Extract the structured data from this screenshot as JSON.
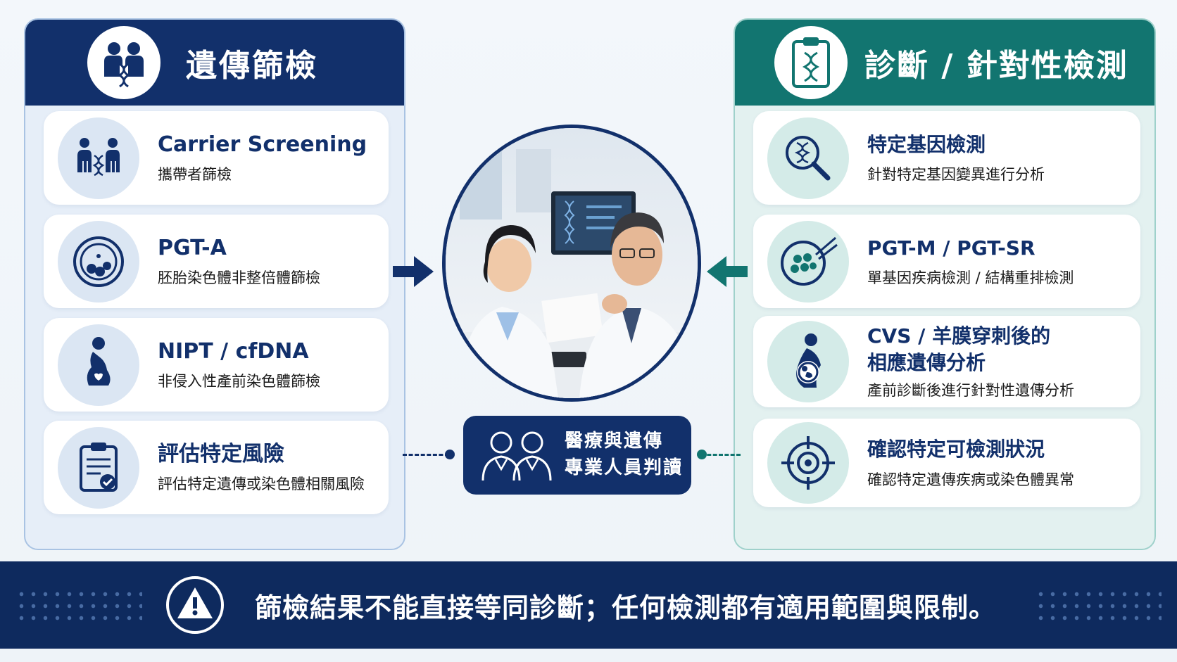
{
  "left_panel": {
    "title": "遺傳篩檢",
    "items": [
      {
        "title": "Carrier Screening",
        "subtitle": "攜帶者篩檢",
        "icon": "parents-dna-icon"
      },
      {
        "title": "PGT-A",
        "subtitle": "胚胎染色體非整倍體篩檢",
        "icon": "embryo-icon"
      },
      {
        "title": "NIPT / cfDNA",
        "subtitle": "非侵入性產前染色體篩檢",
        "icon": "pregnant-woman-icon"
      },
      {
        "title": "評估特定風險",
        "subtitle": "評估特定遺傳或染色體相關風險",
        "icon": "clipboard-check-icon"
      }
    ]
  },
  "right_panel": {
    "title": "診斷 / 針對性檢測",
    "items": [
      {
        "title": "特定基因檢測",
        "subtitle": "針對特定基因變異進行分析",
        "icon": "dna-magnifier-icon"
      },
      {
        "title": "PGT-M / PGT-SR",
        "subtitle": "單基因疾病檢測 / 結構重排檢測",
        "icon": "cell-biopsy-icon"
      },
      {
        "title_line1": "CVS / 羊膜穿刺後的",
        "title_line2": "相應遺傳分析",
        "subtitle": "產前診斷後進行針對性遺傳分析",
        "icon": "pregnancy-fetus-icon"
      },
      {
        "title": "確認特定可檢測狀況",
        "subtitle": "確認特定遺傳疾病或染色體異常",
        "icon": "target-icon"
      }
    ]
  },
  "center": {
    "professional_line1": "醫療與遺傳",
    "professional_line2": "專業人員判讀"
  },
  "footer": {
    "text": "篩檢結果不能直接等同診斷；任何檢測都有適用範圍與限制。"
  },
  "colors": {
    "navy": "#12306b",
    "teal": "#127570",
    "footer": "#0e2a5e"
  }
}
